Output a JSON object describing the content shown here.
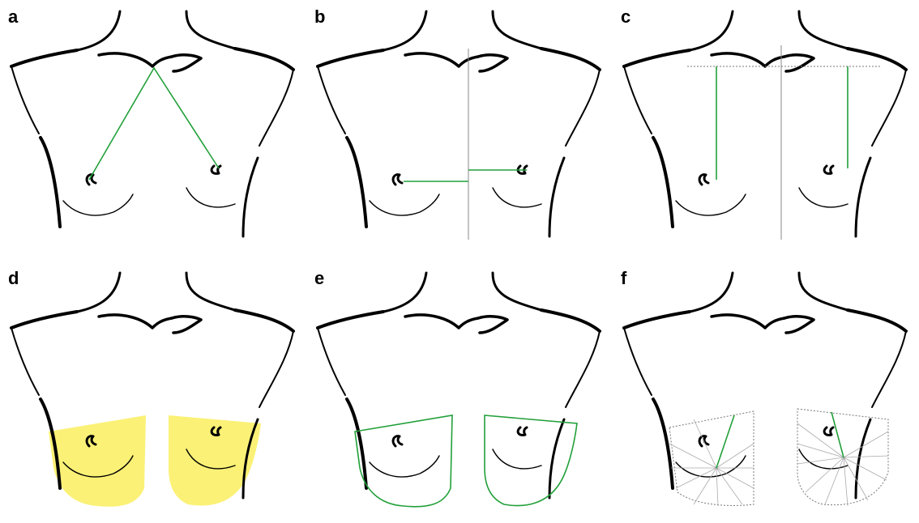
{
  "panels": [
    {
      "id": "a",
      "label": "a"
    },
    {
      "id": "b",
      "label": "b"
    },
    {
      "id": "c",
      "label": "c"
    },
    {
      "id": "d",
      "label": "d"
    },
    {
      "id": "e",
      "label": "e"
    },
    {
      "id": "f",
      "label": "f"
    }
  ],
  "colors": {
    "measurement_line": "#22a03a",
    "breast_fill": "#fbf176",
    "outline": "#000000",
    "guide": "#888888"
  }
}
